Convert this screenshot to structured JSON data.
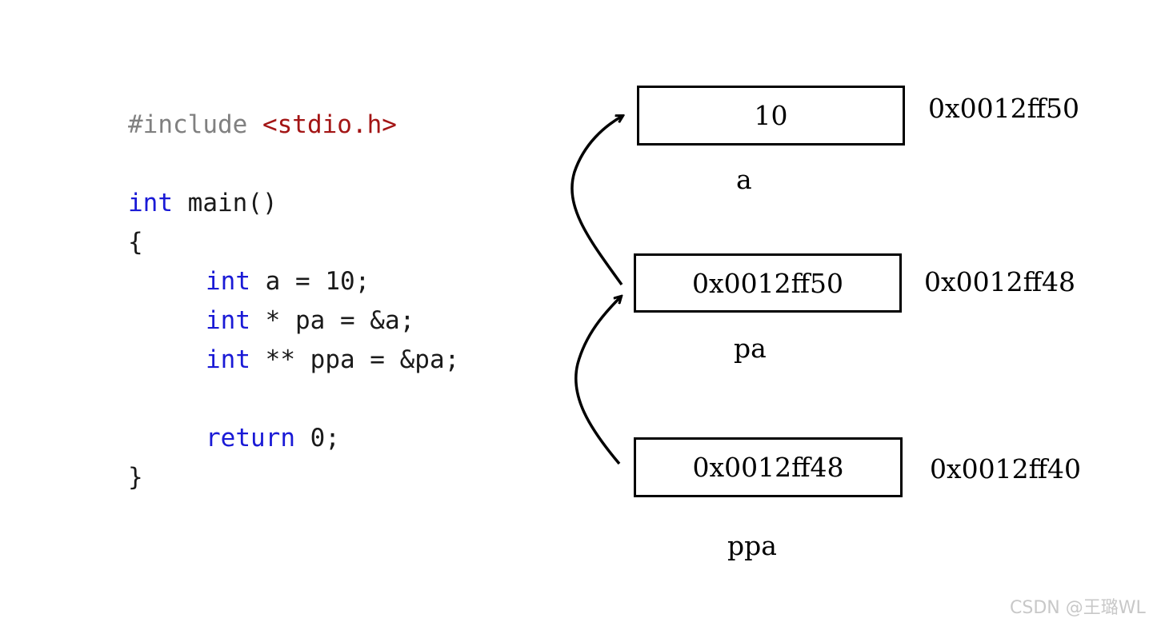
{
  "code": {
    "include_directive": "#include",
    "include_header": "<stdio.h>",
    "kw_int": "int",
    "main_sig": " main()",
    "open_brace": "{",
    "line_a_rest": " a = 10;",
    "line_pa_rest": " * pa = &a;",
    "line_ppa_rest": " ** ppa = &pa;",
    "kw_return": "return",
    "return_rest": " 0;",
    "close_brace": "}"
  },
  "memory": [
    {
      "var": "a",
      "value": "10",
      "address": "0x0012ff50"
    },
    {
      "var": "pa",
      "value": "0x0012ff50",
      "address": "0x0012ff48"
    },
    {
      "var": "ppa",
      "value": "0x0012ff48",
      "address": "0x0012ff40"
    }
  ],
  "watermark": "CSDN @王璐WL",
  "colors": {
    "keyword": "#1a1ad6",
    "preprocessor": "#808080",
    "header_string": "#a31515"
  }
}
